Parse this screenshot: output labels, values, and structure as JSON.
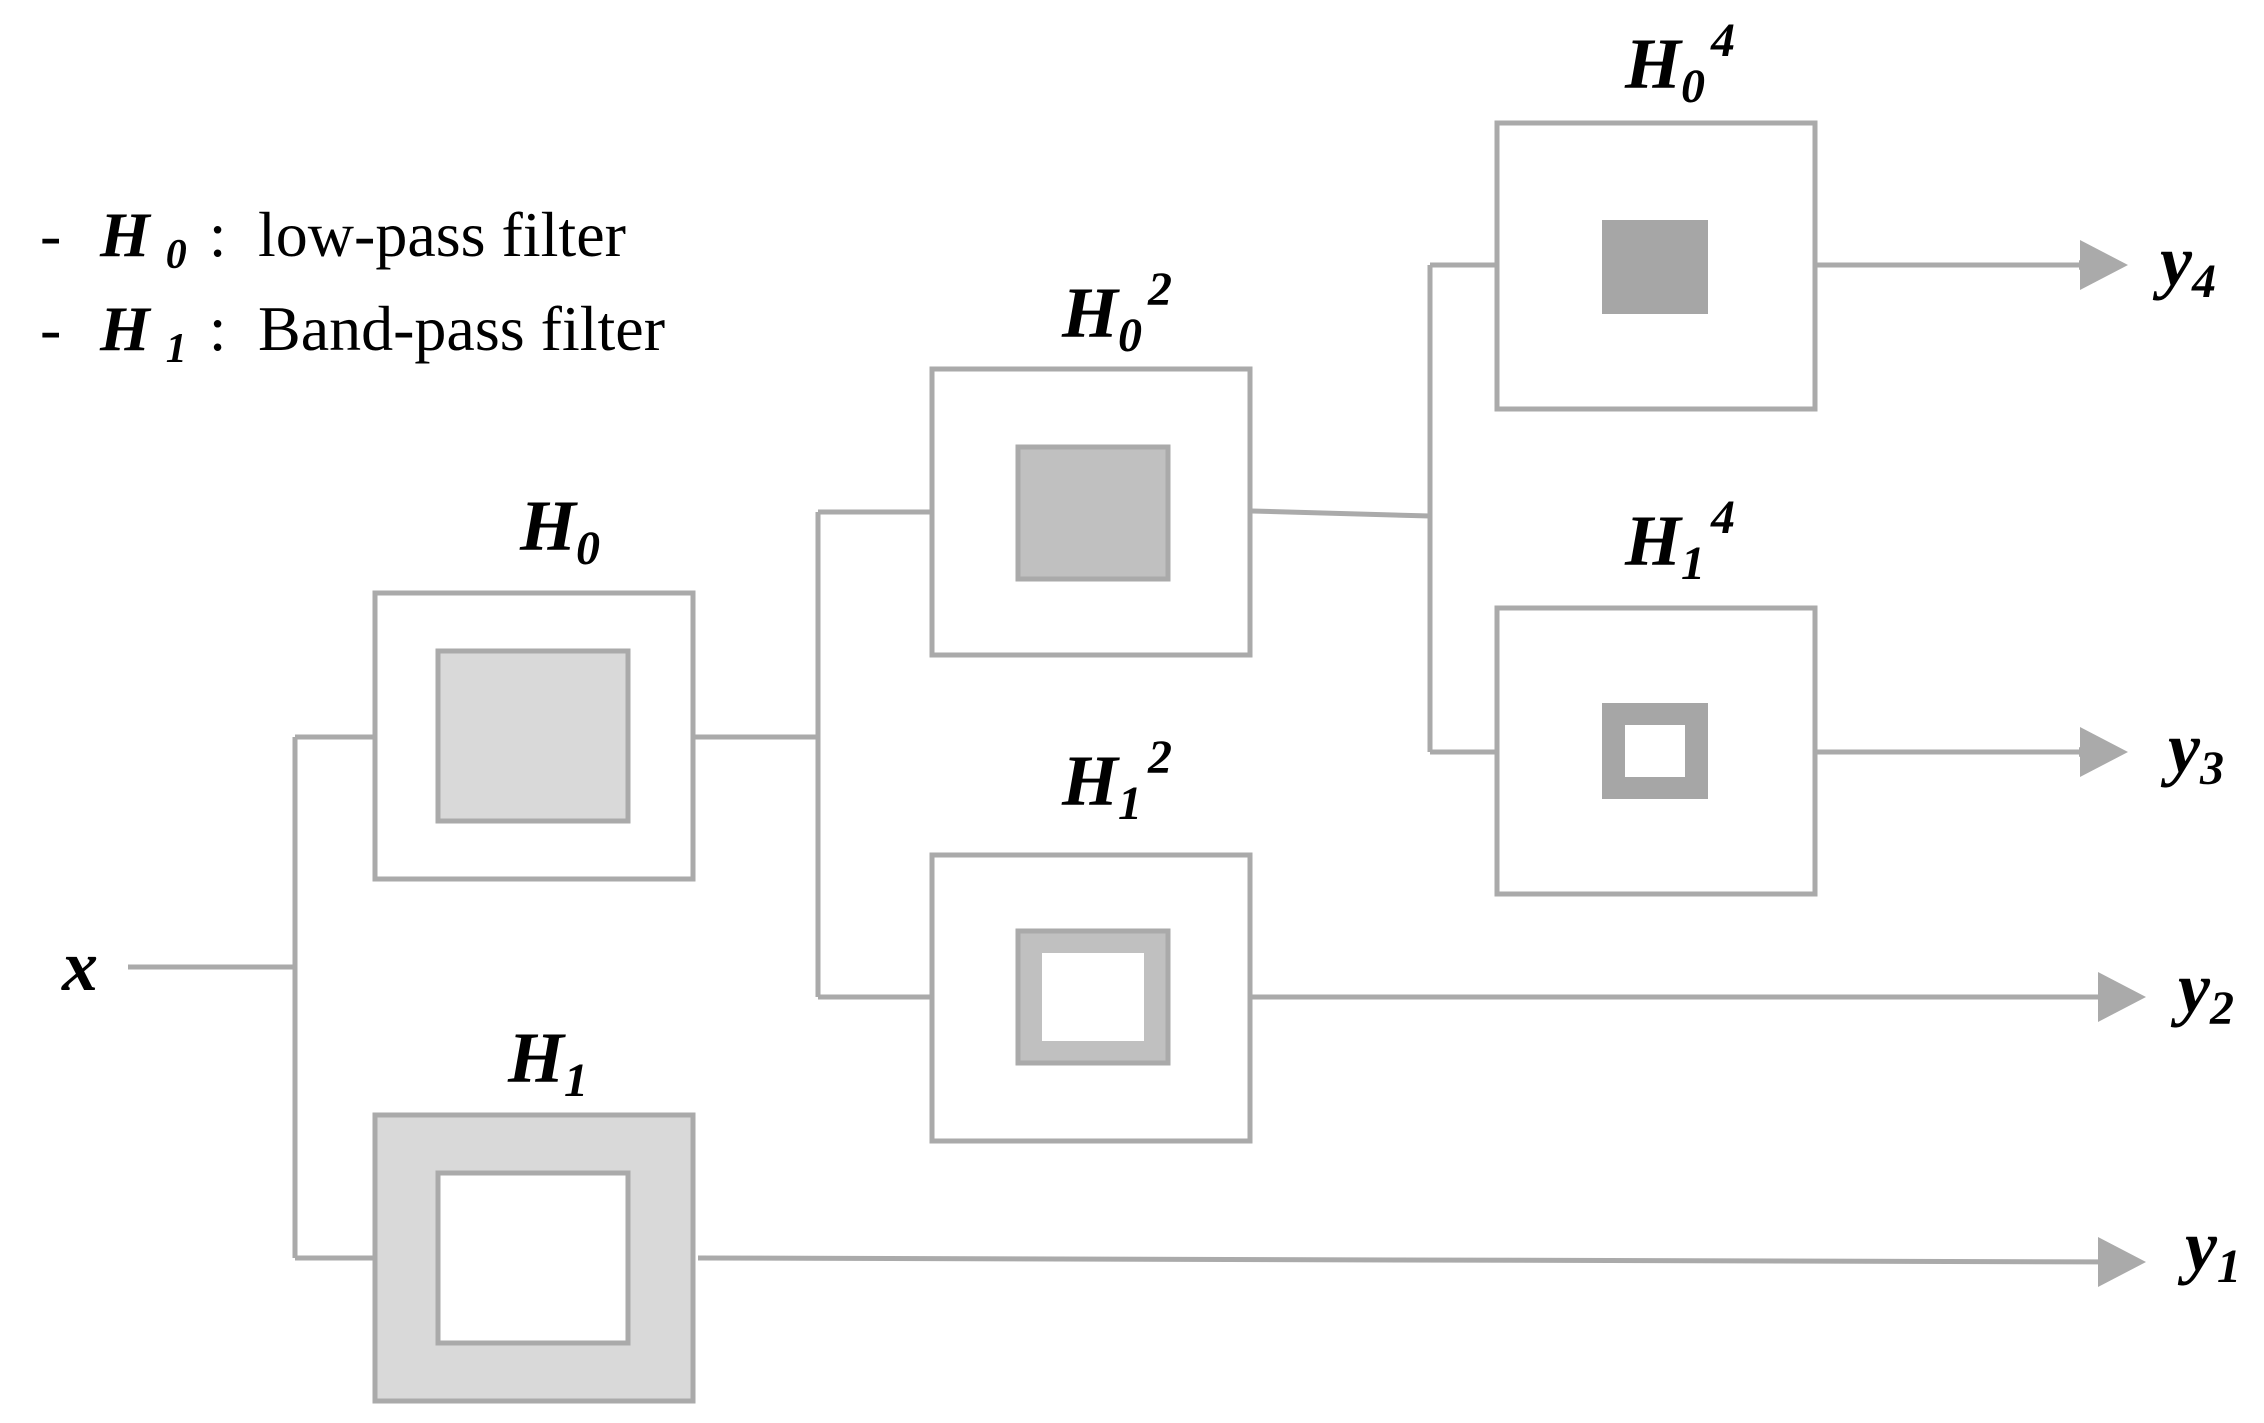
{
  "legend": {
    "items": [
      {
        "bullet": "-",
        "symbol": "H",
        "sub": "0",
        "colon": ":",
        "text": "low-pass filter"
      },
      {
        "bullet": "-",
        "symbol": "H",
        "sub": "1",
        "colon": ":",
        "text": "Band-pass filter"
      }
    ]
  },
  "input": {
    "label": "x"
  },
  "filters": {
    "h0": {
      "base": "H",
      "sub": "0",
      "sup": ""
    },
    "h1": {
      "base": "H",
      "sub": "1",
      "sup": ""
    },
    "h02": {
      "base": "H",
      "sub": "0",
      "sup": "2"
    },
    "h12": {
      "base": "H",
      "sub": "1",
      "sup": "2"
    },
    "h04": {
      "base": "H",
      "sub": "0",
      "sup": "4"
    },
    "h14": {
      "base": "H",
      "sub": "1",
      "sup": "4"
    }
  },
  "outputs": {
    "y4": {
      "base": "y",
      "sub": "4"
    },
    "y3": {
      "base": "y",
      "sub": "3"
    },
    "y2": {
      "base": "y",
      "sub": "2"
    },
    "y1": {
      "base": "y",
      "sub": "1"
    }
  },
  "colors": {
    "line": "#aaaaaa",
    "light_fill": "#d9d9d9",
    "mid_fill": "#c0c0c0",
    "dark_fill": "#a6a6a6",
    "text": "#000000"
  }
}
